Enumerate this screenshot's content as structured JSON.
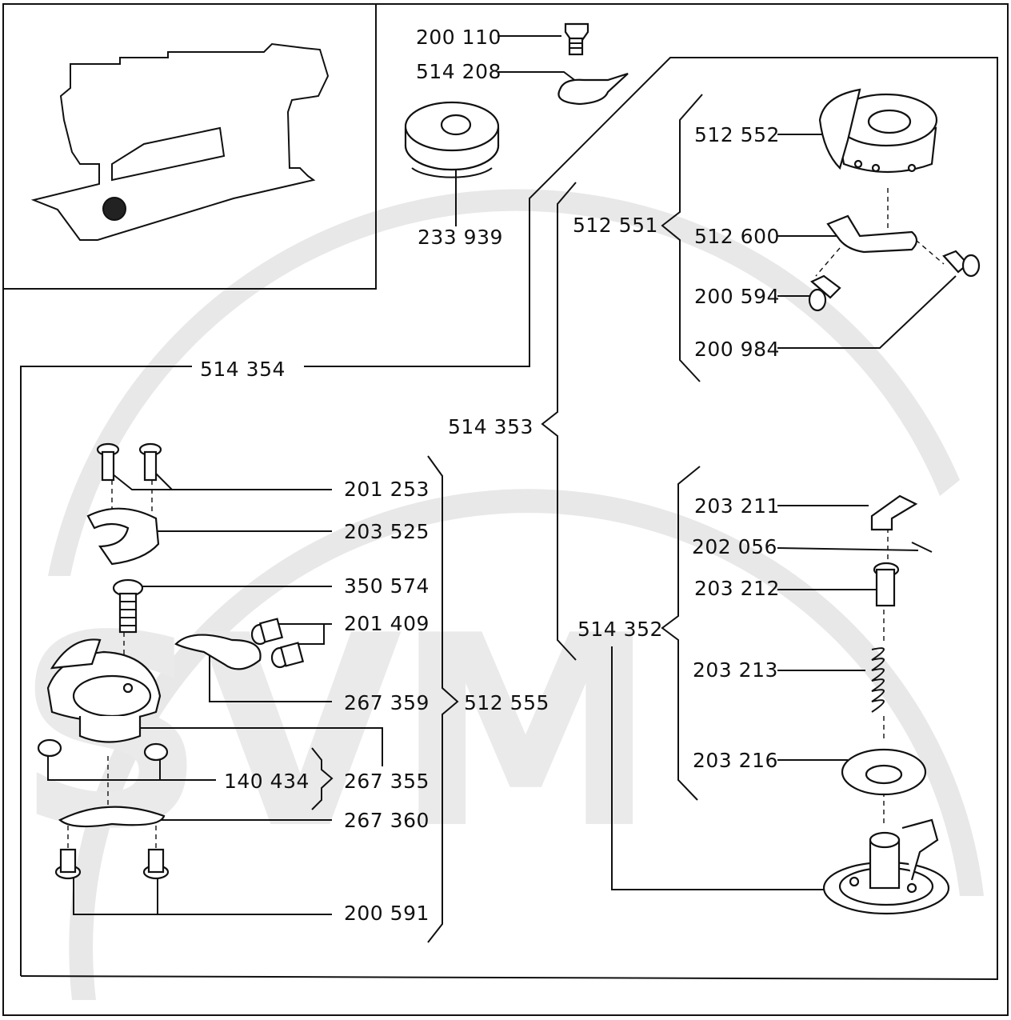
{
  "parts": {
    "p200110": "200 110",
    "p514208": "514 208",
    "p233939": "233 939",
    "p512552": "512 552",
    "p512551": "512 551",
    "p512600": "512 600",
    "p200594": "200 594",
    "p200984": "200 984",
    "p514354": "514 354",
    "p514353": "514 353",
    "p201253": "201 253",
    "p203525": "203 525",
    "p350574": "350 574",
    "p201409": "201 409",
    "p267359": "267 359",
    "p512555": "512 555",
    "p140434": "140 434",
    "p267355": "267 355",
    "p267360": "267 360",
    "p200591": "200 591",
    "p203211": "203 211",
    "p202056": "202 056",
    "p203212": "203 212",
    "p514352": "514 352",
    "p203213": "203 213",
    "p203216": "203 216"
  },
  "watermark": "SVM",
  "colors": {
    "ink": "#111111",
    "watermark": "#e6e6e6",
    "paper": "#ffffff"
  }
}
